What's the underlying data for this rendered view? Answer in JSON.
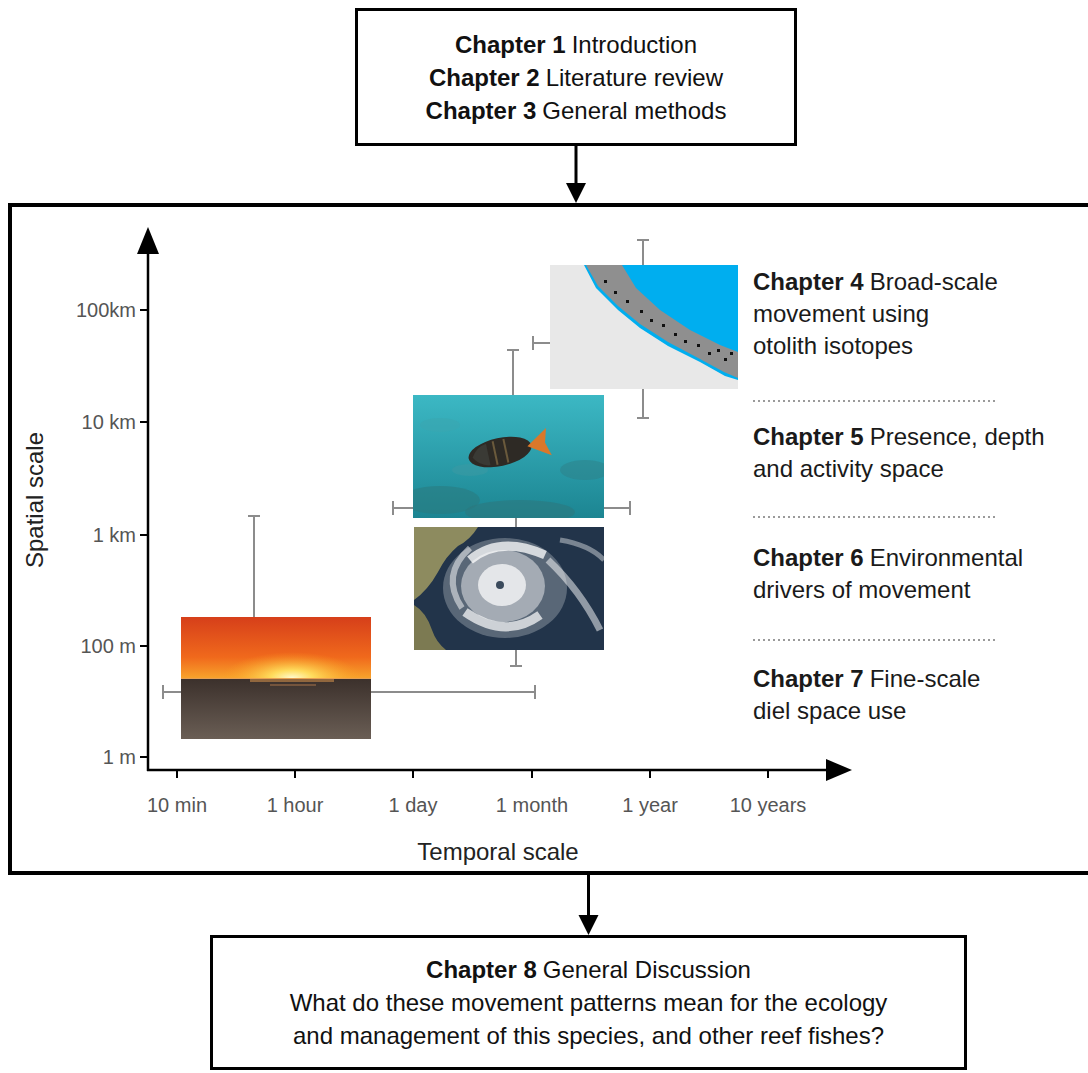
{
  "diagram": {
    "nodes": [
      {
        "text": [
          "Chapter 1",
          "Introduction",
          "Chapter 2",
          "Literature review",
          "Chapter 3",
          "General methods"
        ]
      },
      {
        "text": [
          "Spatial scale",
          "Temporal scale"
        ]
      },
      {
        "text": [
          "Chapter 8",
          "General Discussion",
          "What do these movement patterns mean for the ecology and management of this species, and other reef fishes?"
        ]
      }
    ],
    "edges": [
      {
        "from": 0,
        "to": 1,
        "arrow": "to"
      },
      {
        "from": 1,
        "to": 2,
        "arrow": "to"
      }
    ],
    "labels": [
      "100km",
      "10 km",
      "1 km",
      "100 m",
      "1 m",
      "10 min",
      "1 hour",
      "1 day",
      "1 month",
      "1 year",
      "10 years",
      "Chapter 4",
      "Broad-scale movement using otolith isotopes",
      "Chapter 5",
      "Presence, depth and activity space",
      "Chapter 6",
      "Environmental drivers of movement",
      "Chapter 7",
      "Fine-scale diel space use"
    ]
  }
}
